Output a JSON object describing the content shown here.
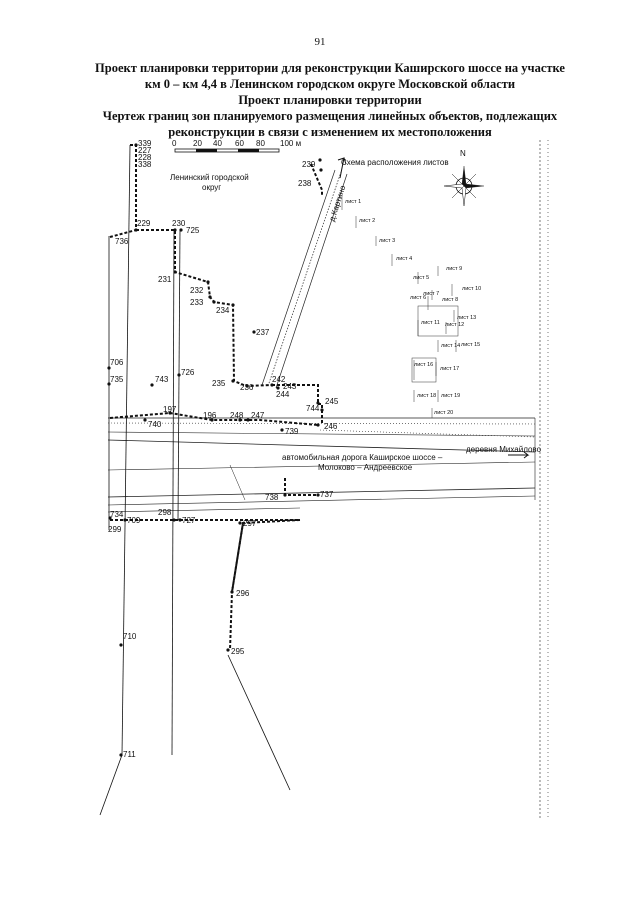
{
  "page_number": "91",
  "header": {
    "line1": "Проект планировки территории для реконструкции Каширского шоссе на участке",
    "line2": "км 0 – км 4,4 в Ленинском городском округе Московской области",
    "line3": "Проект планировки территории",
    "line4": "Чертеж границ зон планируемого размещения линейных объектов, подлежащих",
    "line5": "реконструкции в связи с изменением их местоположения"
  },
  "scale_bar": {
    "ticks": [
      "0",
      "20",
      "40",
      "60",
      "80",
      "100 м"
    ]
  },
  "district_label": {
    "line1": "Ленинский городской",
    "line2": "округ"
  },
  "road_labels": {
    "kartino": "д.Картино",
    "village": "деревня Михайлово",
    "highway_line1": "автомобильная дорога Каширское шоссе –",
    "highway_line2": "Молоково – Андреевское"
  },
  "inset": {
    "title": "Схема расположения листов",
    "north": "N",
    "sheets": [
      "лист 1",
      "лист 2",
      "лист 3",
      "лист 4",
      "лист 5",
      "лист 6",
      "лист 7",
      "лист 8",
      "лист 9",
      "лист 10",
      "лист 11",
      "лист 12",
      "лист 13",
      "лист 14",
      "лист 15",
      "лист 16",
      "лист 17",
      "лист 18",
      "лист 19",
      "лист 20"
    ]
  },
  "points": [
    "339",
    "227",
    "228",
    "338",
    "229",
    "230",
    "725",
    "736",
    "231",
    "232",
    "233",
    "234",
    "237",
    "238",
    "239",
    "706",
    "726",
    "735",
    "743",
    "235",
    "236",
    "242",
    "243",
    "244",
    "245",
    "744",
    "197",
    "196",
    "248",
    "247",
    "740",
    "739",
    "246",
    "737",
    "738",
    "734",
    "709",
    "298",
    "727",
    "297",
    "299",
    "296",
    "295",
    "710",
    "711"
  ],
  "colors": {
    "ink": "#111111",
    "bg": "#ffffff"
  }
}
